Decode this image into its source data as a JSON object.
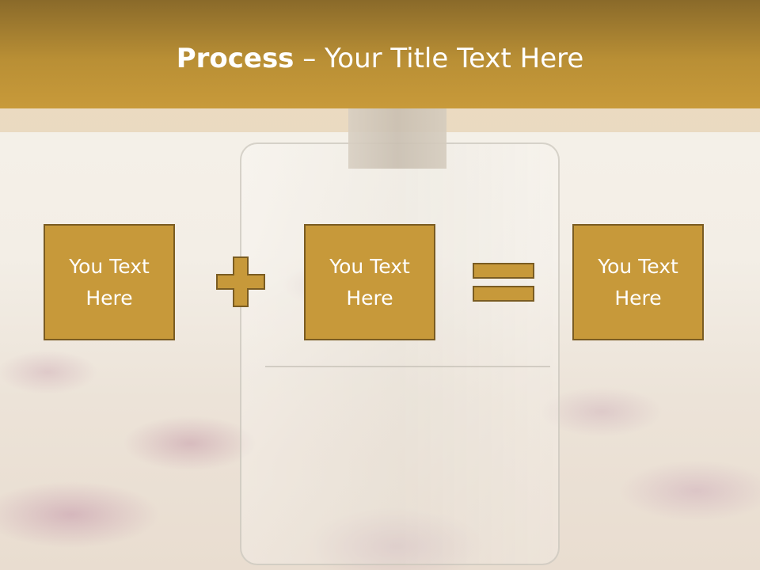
{
  "header": {
    "title_bold": "Process",
    "title_rest": " – Your Title Text Here"
  },
  "process": {
    "boxes": [
      {
        "line1": "You Text",
        "line2": "Here"
      },
      {
        "line1": "You Text",
        "line2": "Here"
      },
      {
        "line1": "You Text",
        "line2": "Here"
      }
    ],
    "operators": [
      "plus-icon",
      "equals-icon"
    ]
  },
  "colors": {
    "accent": "#c7993a",
    "border": "#7a5c22",
    "header_dark": "#8a6a2a"
  }
}
